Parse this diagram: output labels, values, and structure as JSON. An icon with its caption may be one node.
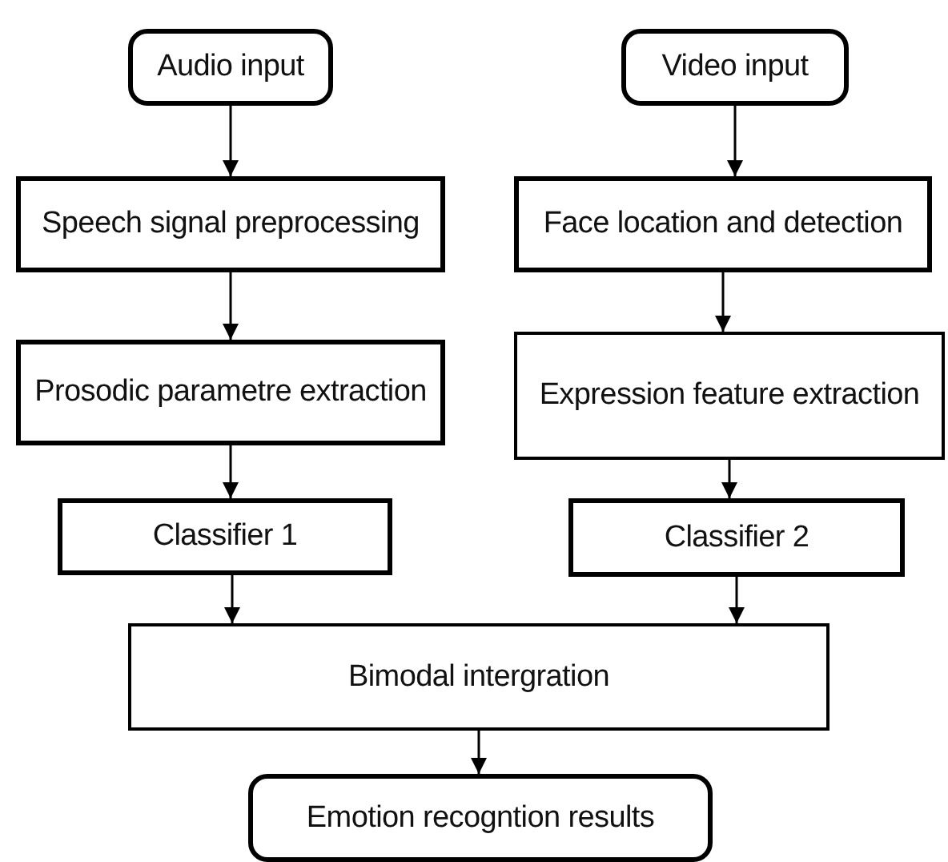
{
  "diagram": {
    "nodes": [
      {
        "text": [
          "Audio input"
        ]
      },
      {
        "text": [
          "Video input"
        ]
      },
      {
        "text": [
          "Speech signal preprocessing"
        ]
      },
      {
        "text": [
          "Face location and detection"
        ]
      },
      {
        "text": [
          "Prosodic parametre extraction"
        ]
      },
      {
        "text": [
          "Expression feature extraction"
        ]
      },
      {
        "text": [
          "Classifier 1"
        ]
      },
      {
        "text": [
          "Classifier 2"
        ]
      },
      {
        "text": [
          "Bimodal intergration"
        ]
      },
      {
        "text": [
          "Emotion recogntion results"
        ]
      }
    ],
    "edges": [
      {
        "from": 0,
        "to": 2,
        "arrow": "to"
      },
      {
        "from": 1,
        "to": 3,
        "arrow": "to"
      },
      {
        "from": 2,
        "to": 4,
        "arrow": "to"
      },
      {
        "from": 3,
        "to": 5,
        "arrow": "to"
      },
      {
        "from": 4,
        "to": 6,
        "arrow": "to"
      },
      {
        "from": 5,
        "to": 7,
        "arrow": "to"
      },
      {
        "from": 6,
        "to": 8,
        "arrow": "to"
      },
      {
        "from": 7,
        "to": 8,
        "arrow": "to"
      },
      {
        "from": 8,
        "to": 9,
        "arrow": "to"
      }
    ]
  }
}
